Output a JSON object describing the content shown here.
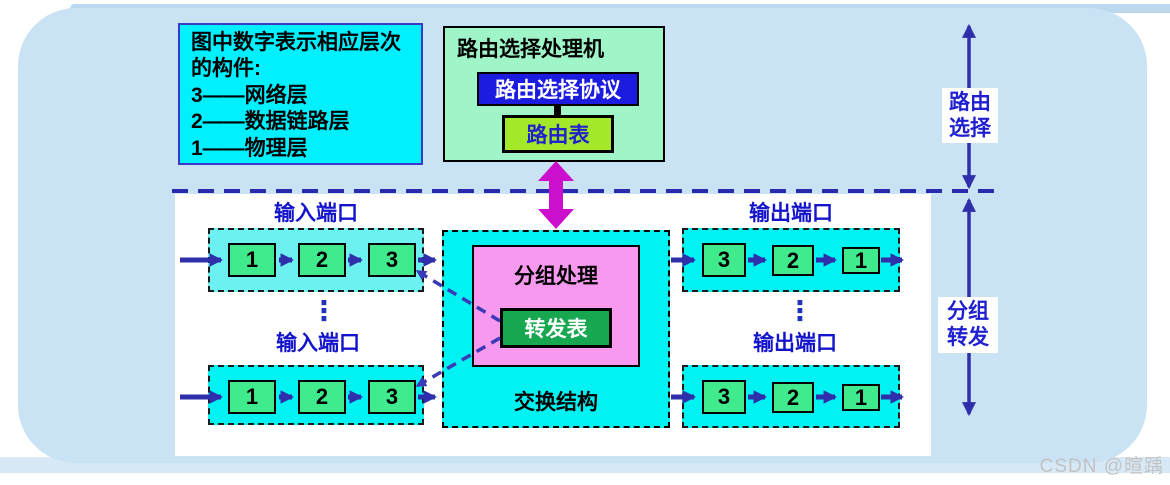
{
  "diagram": {
    "legend": {
      "lines": [
        "图中数字表示相应层次",
        "的构件:",
        "3——网络层",
        "2——数据链路层",
        "1——物理层"
      ]
    },
    "processor": {
      "title": "路由选择处理机",
      "protocol": "路由选择协议",
      "routing_table": "路由表"
    },
    "fabric": {
      "packet_processing": "分组处理",
      "forwarding_table": "转发表",
      "switching_fabric": "交换结构"
    },
    "ports": {
      "input_label": "输入端口",
      "output_label": "输出端口",
      "input_sequence": [
        "1",
        "2",
        "3"
      ],
      "output_sequence": [
        "3",
        "2",
        "1"
      ],
      "ellipsis": "⋮"
    },
    "side_labels": {
      "routing": [
        "路由",
        "选择"
      ],
      "forwarding": [
        "分组",
        "转发"
      ]
    },
    "watermark": "CSDN @暄踽"
  },
  "colors": {
    "bg-blue": "#C9E2F4",
    "band-top": "#BCD8EE",
    "band-bottom": "#D7E9F7",
    "cyan": "#00F2F2",
    "cyan-light": "#6CF0F0",
    "legend-cyan": "#00F0FF",
    "green-port": "#3FEB8C",
    "green-processor": "#9FF5C7",
    "green-table": "#A4E82A",
    "green-fwd": "#17A750",
    "pink": "#F79AEF",
    "blue-box": "#1C1CE0",
    "magenta": "#CC0FCC",
    "arrow-blue": "#2F2FAC",
    "label-blue": "#1414CC",
    "watermark-gray": "#C2C2C2"
  }
}
